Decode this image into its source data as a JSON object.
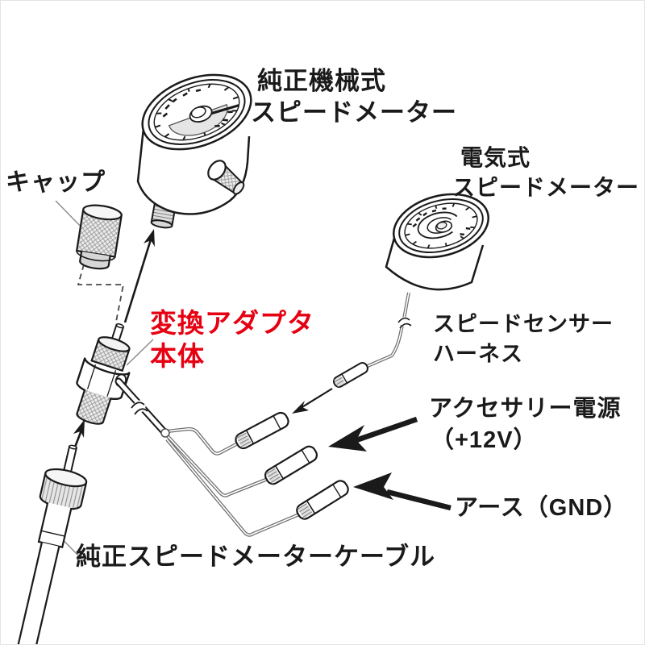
{
  "labels": {
    "mech_speedo_line1": "純正機械式",
    "mech_speedo_line2": "スピードメーター",
    "elec_speedo_line1": "電気式",
    "elec_speedo_line2": "スピードメーター",
    "cap": "キャップ",
    "adapter_line1": "変換アダプタ",
    "adapter_line2": "本体",
    "sensor_harness_line1": "スピードセンサー",
    "sensor_harness_line2": "ハーネス",
    "acc_power_line1": "アクセサリー電源",
    "acc_power_line2": "（+12V）",
    "ground": "アース（GND）",
    "stock_cable": "純正スピードメーターケーブル"
  },
  "colors": {
    "line": "#1a1a1a",
    "accent_red": "#e60012",
    "wire_gray": "#6e6e6e",
    "shade_gray": "#e5e5e5",
    "background": "#ffffff"
  },
  "shapes": {
    "arrows": [
      {
        "name": "arrow-adapter-to-mech-speedometer",
        "style": "thin-line-solid-head",
        "direction": "up"
      },
      {
        "name": "arrow-cable-to-adapter",
        "style": "thin-line-solid-head",
        "direction": "up"
      },
      {
        "name": "arrow-harness-to-wire",
        "style": "thin-line-small-head",
        "direction": "down-left"
      },
      {
        "name": "arrow-acc-power",
        "style": "thick-solid",
        "direction": "down-left"
      },
      {
        "name": "arrow-ground",
        "style": "thick-solid",
        "direction": "left"
      }
    ],
    "parts": [
      "mechanical-speedometer-gauge",
      "electric-speedometer-gauge",
      "cap-part",
      "conversion-adapter-body",
      "sensor-harness-connector",
      "power-wire-connectors",
      "stock-speedometer-cable"
    ]
  }
}
